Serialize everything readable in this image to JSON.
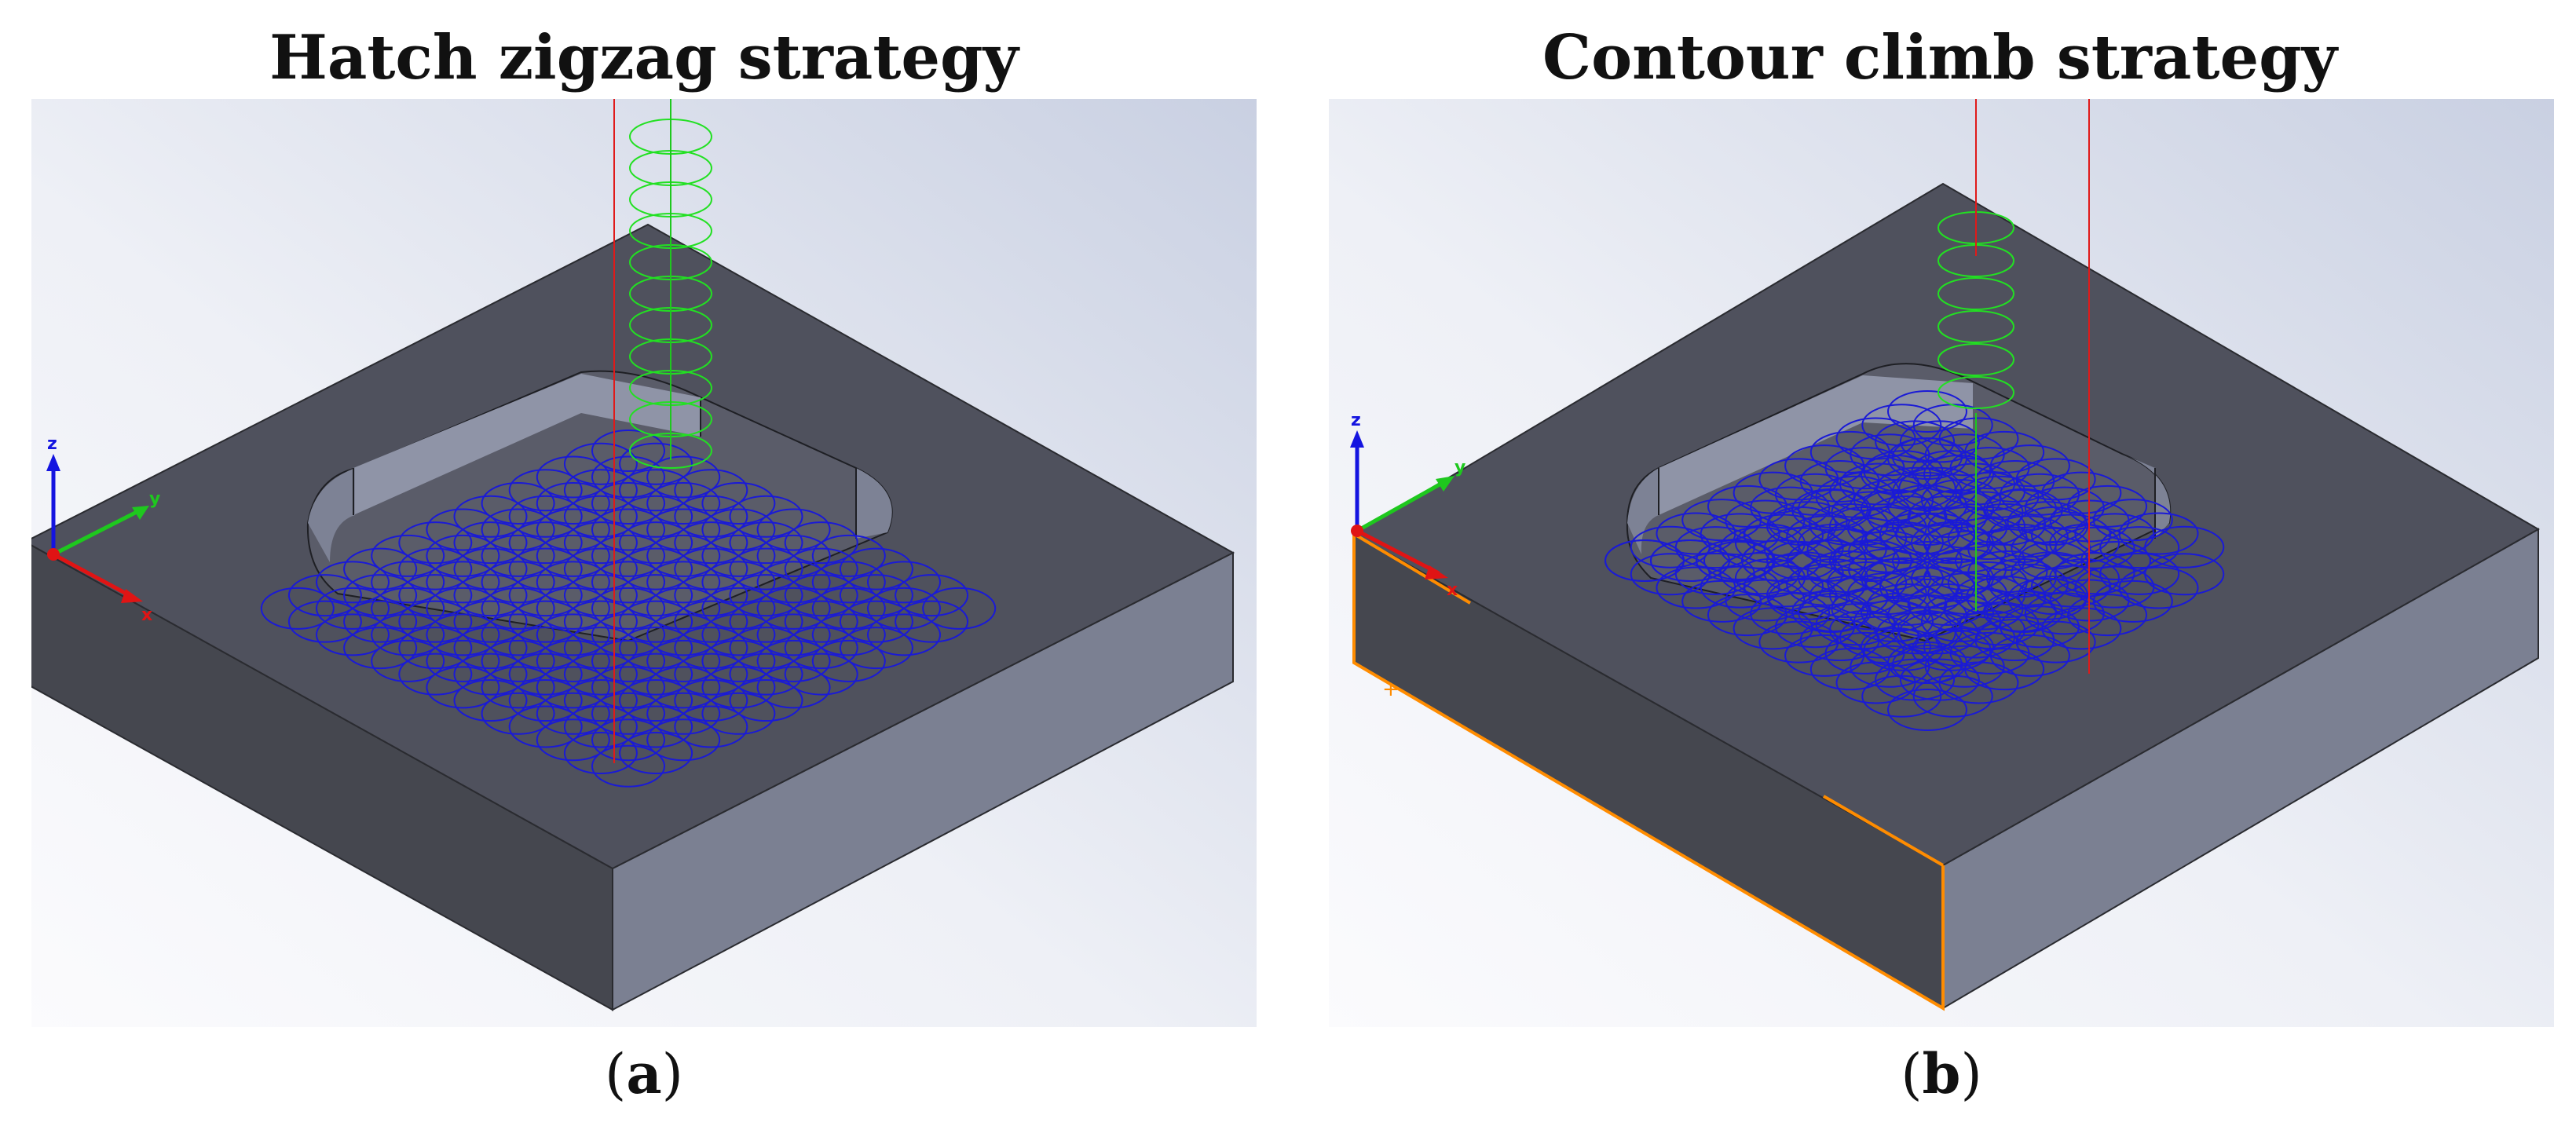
{
  "panels": [
    {
      "id": "a",
      "title": "Hatch zigzag strategy",
      "caption_open": "(",
      "caption_letter": "a",
      "caption_close": ")"
    },
    {
      "id": "b",
      "title": "Contour climb strategy",
      "caption_open": "(",
      "caption_letter": "b",
      "caption_close": ")"
    }
  ],
  "axes": {
    "x": "x",
    "y": "y",
    "z": "z"
  },
  "colors": {
    "background_top": "#d9deea",
    "background_bottom": "#f7f8fb",
    "block_top": "#4e505c",
    "block_left": "#44464f",
    "block_right": "#7a7f91",
    "pocket_wall": "#8e93a6",
    "toolpath": "#1a1ad6",
    "helix": "#22e022",
    "plunge_line": "#e01a1a",
    "axis_x": "#e01414",
    "axis_y": "#1ec81e",
    "axis_z": "#1414e0",
    "edge_highlight": "#ff8c00"
  }
}
